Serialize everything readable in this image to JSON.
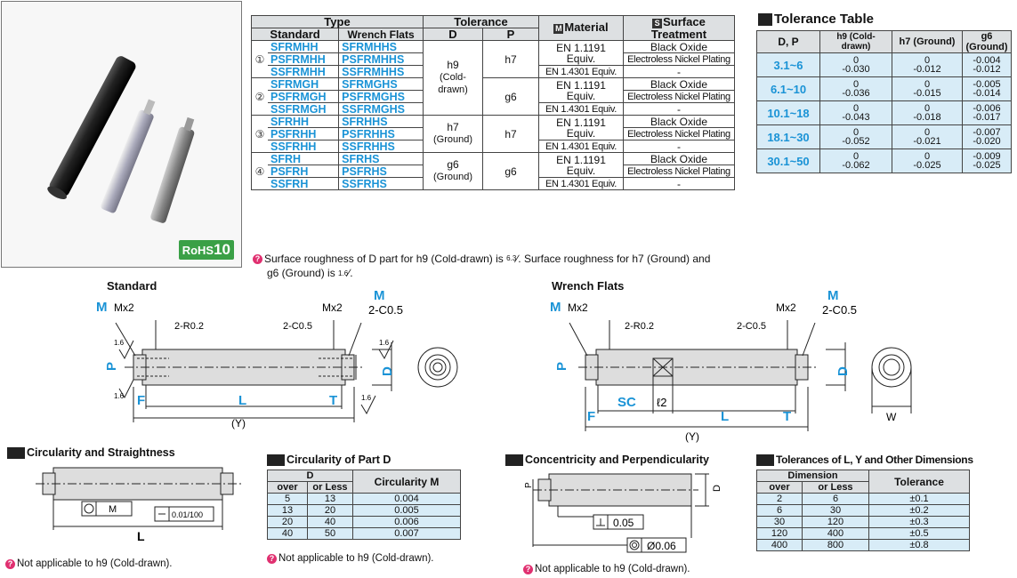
{
  "rohs": {
    "text": "RoHS",
    "num": "10"
  },
  "type_table": {
    "h_type": "Type",
    "h_tolerance": "Tolerance",
    "h_material_icon": "M",
    "h_material": "Material",
    "h_surface_icon": "S",
    "h_surface": "Surface Treatment",
    "h_standard": "Standard",
    "h_wrench": "Wrench Flats",
    "h_d": "D",
    "h_p": "P",
    "groups": [
      {
        "num": "①",
        "rows": [
          [
            "SFRMHH",
            "SFRMHHS"
          ],
          [
            "PSFRMHH",
            "PSFRMHHS"
          ],
          [
            "SSFRMHH",
            "SSFRMHHS"
          ]
        ]
      },
      {
        "num": "②",
        "rows": [
          [
            "SFRMGH",
            "SFRMGHS"
          ],
          [
            "PSFRMGH",
            "PSFRMGHS"
          ],
          [
            "SSFRMGH",
            "SSFRMGHS"
          ]
        ]
      },
      {
        "num": "③",
        "rows": [
          [
            "SFRHH",
            "SFRHHS"
          ],
          [
            "PSFRHH",
            "PSFRHHS"
          ],
          [
            "SSFRHH",
            "SSFRHHS"
          ]
        ]
      },
      {
        "num": "④",
        "rows": [
          [
            "SFRH",
            "SFRHS"
          ],
          [
            "PSFRH",
            "PSFRHS"
          ],
          [
            "SSFRH",
            "SSFRHS"
          ]
        ]
      }
    ],
    "tol_d": [
      "h9",
      "(Cold-",
      "drawn)",
      "h7",
      "(Ground)",
      "g6",
      "(Ground)"
    ],
    "tol_p": [
      "h7",
      "g6",
      "h7",
      "g6"
    ],
    "mat1": "EN 1.1191",
    "mat1b": "Equiv.",
    "mat2": "EN 1.4301 Equiv.",
    "surf1": "Black Oxide",
    "surf2": "Electroless Nickel Plating",
    "surf3": "-"
  },
  "roughness_note": {
    "part1": "Surface roughness of D part for h9 (Cold-drawn) is",
    "sym1": "6.3",
    "part2": ". Surface roughness for h7 (Ground) and",
    "part3": "g6 (Ground) is",
    "sym2": "1.6",
    "part4": "."
  },
  "tolerance_table": {
    "title": "Tolerance Table",
    "headers": [
      "D, P",
      "h9 (Cold-drawn)",
      "h7 (Ground)",
      "g6 (Ground)"
    ],
    "rows": [
      {
        "range": "3.1~6",
        "h9": [
          "0",
          "-0.030"
        ],
        "h7": [
          "0",
          "-0.012"
        ],
        "g6": [
          "-0.004",
          "-0.012"
        ]
      },
      {
        "range": "6.1~10",
        "h9": [
          "0",
          "-0.036"
        ],
        "h7": [
          "0",
          "-0.015"
        ],
        "g6": [
          "-0.005",
          "-0.014"
        ]
      },
      {
        "range": "10.1~18",
        "h9": [
          "0",
          "-0.043"
        ],
        "h7": [
          "0",
          "-0.018"
        ],
        "g6": [
          "-0.006",
          "-0.017"
        ]
      },
      {
        "range": "18.1~30",
        "h9": [
          "0",
          "-0.052"
        ],
        "h7": [
          "0",
          "-0.021"
        ],
        "g6": [
          "-0.007",
          "-0.020"
        ]
      },
      {
        "range": "30.1~50",
        "h9": [
          "0",
          "-0.062"
        ],
        "h7": [
          "0",
          "-0.025"
        ],
        "g6": [
          "-0.009",
          "-0.025"
        ]
      }
    ]
  },
  "drawing_std": {
    "title": "Standard",
    "M": "M",
    "Mx2": "Mx2",
    "r02": "2-R0.2",
    "c05a": "2-C0.5",
    "Mx2b": "Mx2",
    "M2": "M",
    "c05b": "2-C0.5",
    "P": "P",
    "D": "D",
    "F": "F",
    "L": "L",
    "T": "T",
    "Y": "(Y)",
    "r16": "1.6"
  },
  "drawing_wf": {
    "title": "Wrench Flats",
    "M": "M",
    "Mx2": "Mx2",
    "r02": "2-R0.2",
    "c05a": "2-C0.5",
    "Mx2b": "Mx2",
    "M2": "M",
    "c05b": "2-C0.5",
    "P": "P",
    "D": "D",
    "F": "F",
    "SC": "SC",
    "l2": "ℓ2",
    "L": "L",
    "T": "T",
    "Y": "(Y)",
    "W": "W",
    "r16": "1.6"
  },
  "circ_straight": {
    "title": "Circularity and Straightness",
    "M": "M",
    "straight": "0.01/100",
    "L": "L",
    "note": "Not applicable to h9 (Cold-drawn)."
  },
  "circ_d": {
    "title": "Circularity of Part D",
    "h_d": "D",
    "h_over": "over",
    "h_less": "or Less",
    "h_circ": "Circularity M",
    "rows": [
      [
        "5",
        "13",
        "0.004"
      ],
      [
        "13",
        "20",
        "0.005"
      ],
      [
        "20",
        "40",
        "0.006"
      ],
      [
        "40",
        "50",
        "0.007"
      ]
    ],
    "note": "Not applicable to h9 (Cold-drawn)."
  },
  "concentricity": {
    "title": "Concentricity and Perpendicularity",
    "P": "P",
    "D": "D",
    "perp": "0.05",
    "conc": "Ø0.06",
    "note": "Not applicable to h9 (Cold-drawn)."
  },
  "tol_ly": {
    "title": "Tolerances of L, Y and Other Dimensions",
    "h_dim": "Dimension",
    "h_over": "over",
    "h_less": "or Less",
    "h_tol": "Tolerance",
    "rows": [
      [
        "2",
        "6",
        "±0.1"
      ],
      [
        "6",
        "30",
        "±0.2"
      ],
      [
        "30",
        "120",
        "±0.3"
      ],
      [
        "120",
        "400",
        "±0.5"
      ],
      [
        "400",
        "800",
        "±0.8"
      ]
    ]
  }
}
